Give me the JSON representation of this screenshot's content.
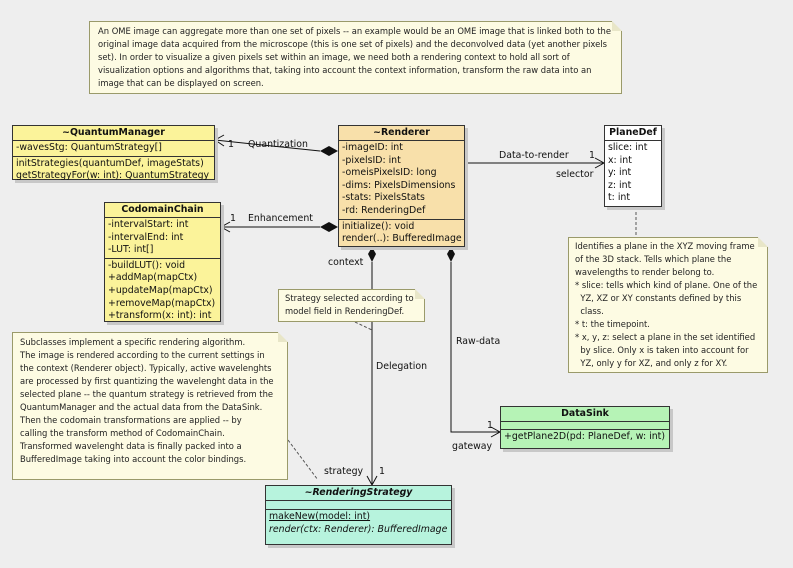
{
  "notes": {
    "top": [
      "An OME image can aggregate more than one set of pixels -- an example would be an OME image that is linked both to the",
      "original image data acquired from the microscope (this is one set of pixels) and  the deconvolved data (yet another pixels",
      "set). In order to visualize a given pixels set within an image, we need both a rendering context to hold all sort of",
      "visualization options and algorithms that, taking into account the context information, transform the raw data into an",
      "image that can be displayed on screen."
    ],
    "strategy": [
      "Strategy selected according to",
      "model field in RenderingDef."
    ],
    "subclasses": [
      "Subclasses implement a specific rendering algorithm.",
      "The image is rendered according to the current settings in",
      "the context (Renderer object). Typically, active wavelenghts",
      "are processed by first quantizing the wavelenght data in the",
      "selected plane -- the quantum strategy is retrieved from the",
      "QuantumManager and the actual data from the DataSink.",
      "Then the codomain transformations are applied -- by",
      "calling the transform method of CodomainChain.",
      "Transformed wavelenght data is finally packed into a",
      "BufferedImage taking into account the color bindings."
    ],
    "planedef": [
      "Identifies a plane in the XYZ moving frame",
      "of the 3D stack. Tells which plane the",
      "wavelengths to render belong to.",
      "* slice: tells which kind of plane. One of the",
      "  YZ, XZ or XY constants defined by this",
      "  class.",
      "* t: the timepoint.",
      "* x, y, z: select a plane in the set identified",
      "  by slice. Only x is taken into account for",
      "  YZ, only y for XZ, and only z for XY."
    ]
  },
  "classes": {
    "quantum_manager": {
      "name": "~QuantumManager",
      "attributes": [
        "-wavesStg: QuantumStrategy[]"
      ],
      "operations": [
        "initStrategies(quantumDef, imageStats)",
        "getStrategyFor(w: int): QuantumStrategy"
      ]
    },
    "renderer": {
      "name": "~Renderer",
      "attributes": [
        "-imageID: int",
        "-pixelsID: int",
        "-omeisPixelsID: long",
        "-dims: PixelsDimensions",
        "-stats: PixelsStats",
        "-rd: RenderingDef"
      ],
      "operations": [
        "initialize(): void",
        "render(..): BufferedImage"
      ]
    },
    "plane_def": {
      "name": "PlaneDef",
      "attributes": [
        "slice: int",
        "x: int",
        "y: int",
        "z: int",
        "t: int"
      ]
    },
    "codomain_chain": {
      "name": "CodomainChain",
      "attributes": [
        "-intervalStart: int",
        "-intervalEnd: int",
        "-LUT: int[]"
      ],
      "operations": [
        "-buildLUT(): void",
        "+addMap(mapCtx)",
        "+updateMap(mapCtx)",
        "+removeMap(mapCtx)",
        "+transform(x: int): int"
      ]
    },
    "data_sink": {
      "name": "DataSink",
      "operations": [
        "+getPlane2D(pd: PlaneDef, w: int)"
      ]
    },
    "rendering_strategy": {
      "name": "~RenderingStrategy",
      "operations": [
        "makeNew(model: int)",
        "render(ctx: Renderer): BufferedImage"
      ]
    }
  },
  "associations": {
    "quantization": "Quantization",
    "quantization_mult": "1",
    "enhancement": "Enhancement",
    "enhancement_mult": "1",
    "data_to_render": "Data-to-render",
    "data_to_render_mult": "1",
    "selector": "selector",
    "context": "context",
    "delegation": "Delegation",
    "strategy": "strategy",
    "strategy_mult": "1",
    "raw_data": "Raw-data",
    "gateway": "gateway",
    "gateway_mult": "1"
  }
}
